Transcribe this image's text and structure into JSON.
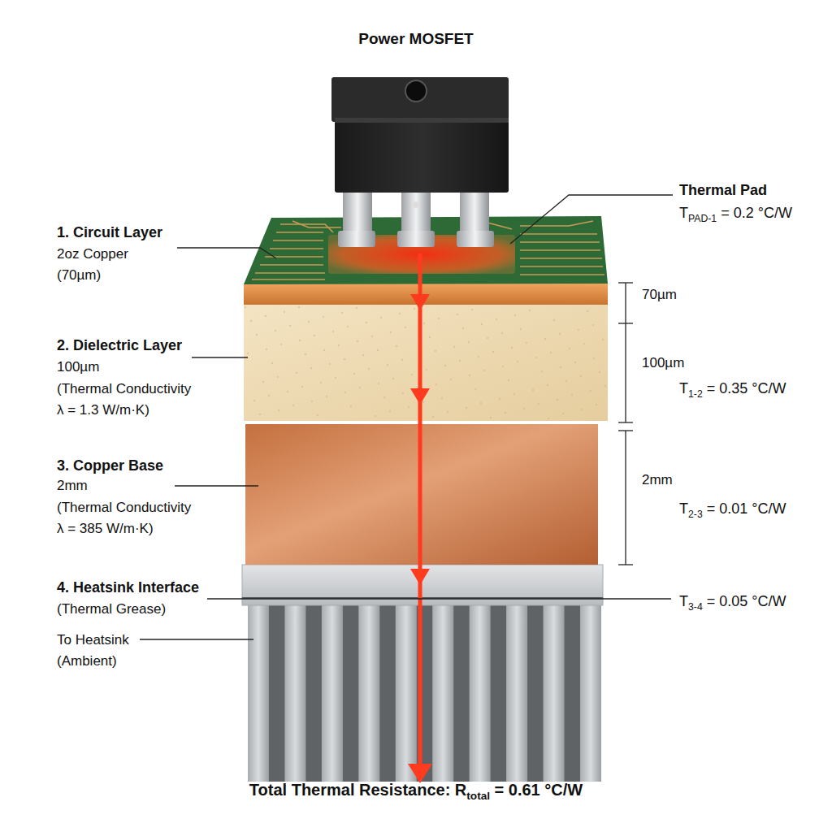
{
  "diagram": {
    "title": "Power MOSFET",
    "caption": "Total Thermal Resistance: Rtotal = 0.61 °C/W",
    "labels": [
      "Thermal Pad",
      "TPAD-1 = 0.2 °C/W",
      "1. Circuit Layer",
      "2oz Copper (70µm)",
      "70µm",
      "2. Dielectric Layer",
      "100µm",
      "(Thermal Conductivity λ = 1.3 W/m·K)",
      "100µm",
      "T1-2 = 0.35 °C/W",
      "3. Copper Base",
      "2mm",
      "(Thermal Conductivity λ = 385 W/m·K)",
      "2mm",
      "T2-3 = 0.01 °C/W",
      "4. Heatsink Interface",
      "(Thermal Grease)",
      "T3-4 = 0.05 °C/W",
      "To Heatsink (Ambient)"
    ]
  }
}
